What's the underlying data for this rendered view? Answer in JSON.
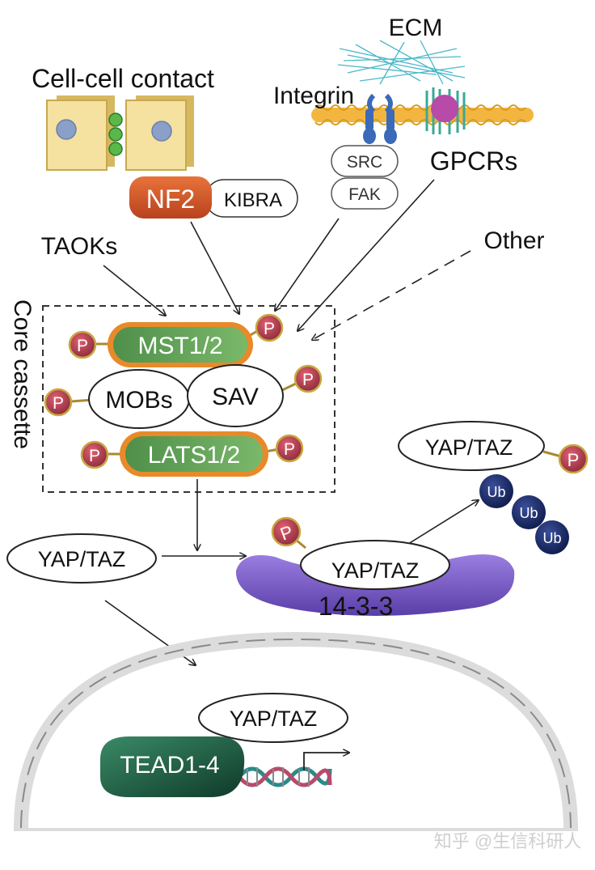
{
  "labels": {
    "cell_contact": "Cell-cell contact",
    "ecm": "ECM",
    "integrin": "Integrin",
    "src": "SRC",
    "fak": "FAK",
    "gpcrs": "GPCRs",
    "nf2": "NF2",
    "kibra": "KIBRA",
    "taoks": "TAOKs",
    "other": "Other",
    "core_cassette": "Core cassette",
    "mst": "MST1/2",
    "mobs": "MOBs",
    "sav": "SAV",
    "lats": "LATS1/2",
    "phospho": "P",
    "yaptaz": "YAP/TAZ",
    "protein_1433": "14-3-3",
    "ub": "Ub",
    "tead": "TEAD1-4",
    "watermark": "知乎 @生信科研人"
  },
  "colors": {
    "kinase_fill": "#5a9a55",
    "kinase_rim": "#e88a2a",
    "phospho": "#a83a4a",
    "nf2": "#d8572a",
    "protein_1433": "#7b5cc4",
    "ub": "#1a2a6a",
    "tead": "#1f5a44",
    "membrane": "#f2b640",
    "cell": "#f5e1a0",
    "nucleus_envelope": "#d8d8d8"
  }
}
